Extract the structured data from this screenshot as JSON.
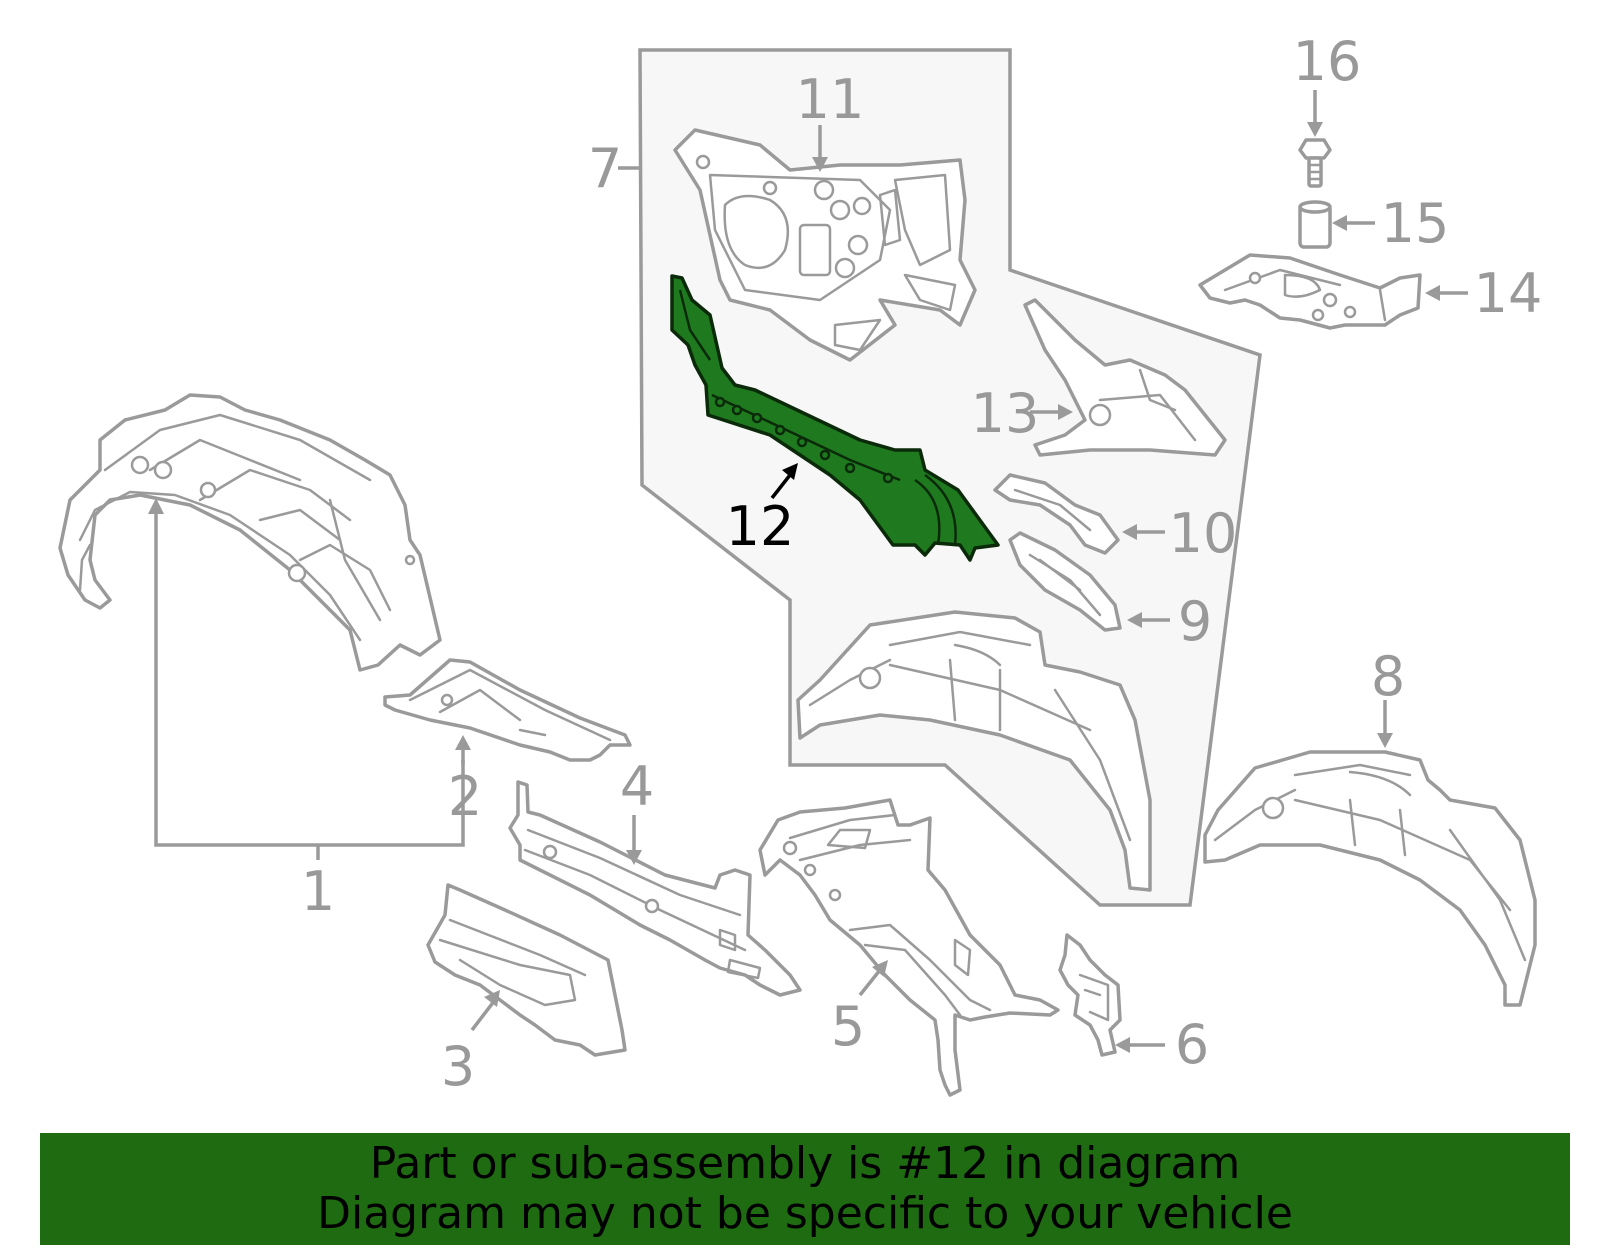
{
  "diagram": {
    "callouts": {
      "c1": "1",
      "c2": "2",
      "c3": "3",
      "c4": "4",
      "c5": "5",
      "c6": "6",
      "c7": "7",
      "c8": "8",
      "c9": "9",
      "c10": "10",
      "c11": "11",
      "c12": "12",
      "c13": "13",
      "c14": "14",
      "c15": "15",
      "c16": "16"
    },
    "highlighted_part": "12",
    "colors": {
      "highlight_fill": "#1f7a1f",
      "banner_background": "#1f6b12",
      "line_gray": "#9a9a9a",
      "group_background": "#f7f7f7"
    }
  },
  "banner": {
    "line1": "Part or sub-assembly is #12 in diagram",
    "line2": "Diagram may not be specific to your vehicle"
  }
}
